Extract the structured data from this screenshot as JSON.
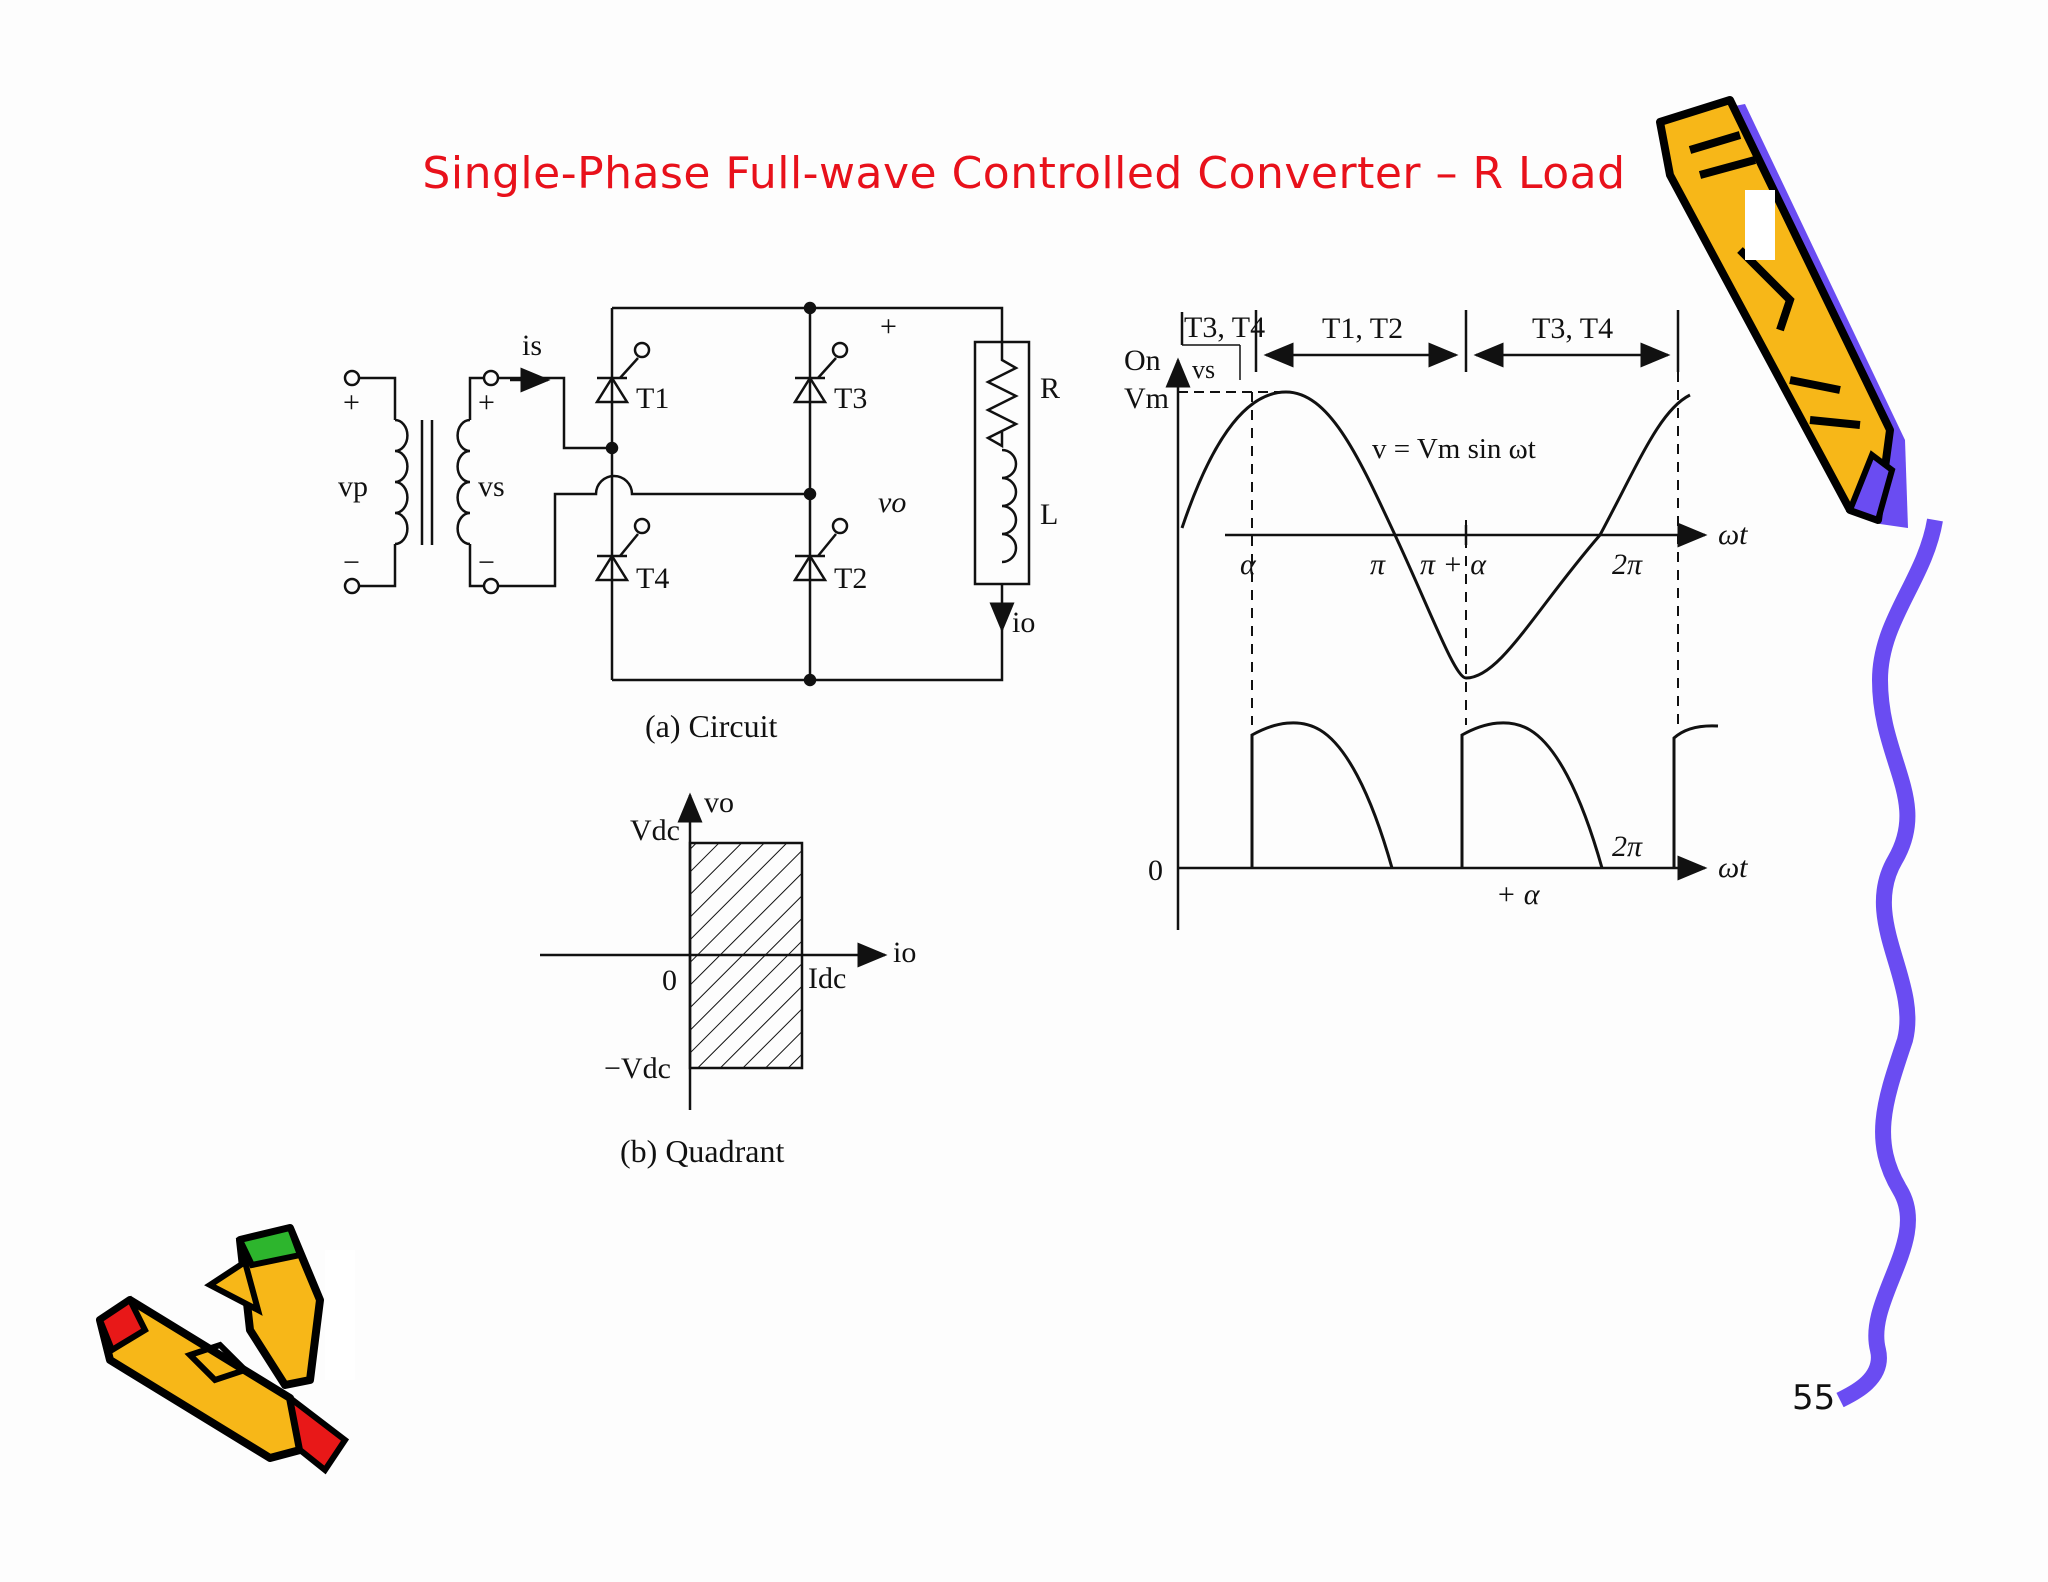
{
  "slide": {
    "title": "Single-Phase Full-wave Controlled Converter – R Load",
    "page_number": "55"
  },
  "circuit": {
    "caption": "(a) Circuit",
    "labels": {
      "vp": "vp",
      "vs": "vs",
      "is": "is",
      "plus": "+",
      "minus": "−",
      "T1": "T1",
      "T2": "T2",
      "T3": "T3",
      "T4": "T4",
      "R": "R",
      "L": "L",
      "vo": "vo",
      "io": "io"
    }
  },
  "quadrant": {
    "caption": "(b) Quadrant",
    "labels": {
      "vo": "vo",
      "Vdc": "Vdc",
      "neg_Vdc": "−Vdc",
      "zero": "0",
      "Idc": "Idc",
      "io": "io"
    }
  },
  "waveform": {
    "header": {
      "T3T4_left": "T3, T4",
      "T1T2": "T1, T2",
      "T3T4_right": "T3, T4"
    },
    "labels": {
      "on": "On",
      "vs": "vs",
      "Vm": "Vm",
      "equation": "v = Vm sin ωt",
      "alpha": "α",
      "pi": "π",
      "pi_plus_alpha": "π + α",
      "two_pi": "2π",
      "omega_t": "ωt",
      "zero": "0",
      "plus_alpha": "+ α",
      "two_pi_lower": "2π",
      "omega_t_lower": "ωt"
    }
  }
}
